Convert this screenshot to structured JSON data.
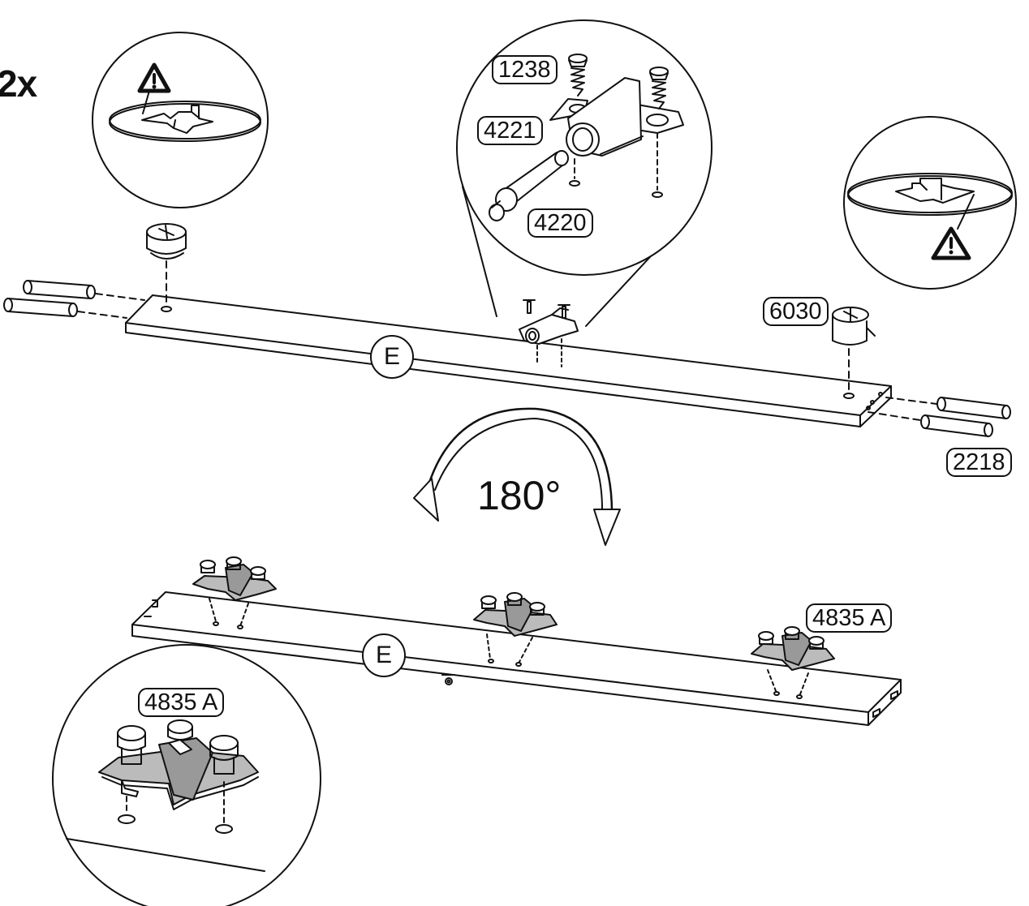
{
  "quantity": "2x",
  "rotation": "180°",
  "panel_label_top": "E",
  "panel_label_bottom": "E",
  "part_codes": {
    "p1238": "1238",
    "p4221": "4221",
    "p4220": "4220",
    "p6030": "6030",
    "p2218": "2218",
    "p4835a_main": "4835 A",
    "p4835a_detail": "4835 A"
  },
  "icons": [
    "warning-icon",
    "cam-lock-icon",
    "dowel-icon",
    "screw-icon",
    "hinge-icon",
    "shelf-clip-icon",
    "rotate-arrow-icon"
  ],
  "colors": {
    "line": "#111111",
    "background": "#ffffff"
  }
}
